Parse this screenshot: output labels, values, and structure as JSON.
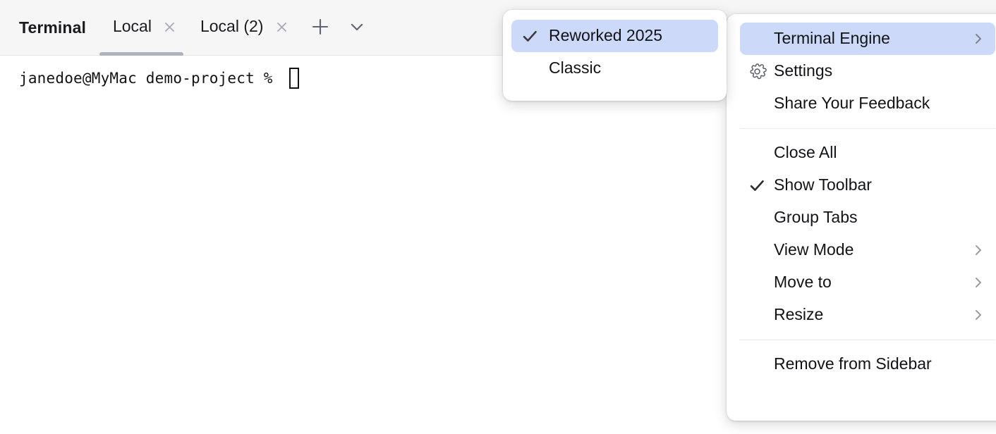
{
  "colors": {
    "toolbar_bg": "#f6f6f7",
    "terminal_bg": "#ffffff",
    "menu_bg": "#ffffff",
    "menu_highlight": "#ccd9f9",
    "text": "#121317",
    "tab_indicator": "#aeb3be",
    "icon_muted": "#a8acb8",
    "icon_dark": "#5f6470"
  },
  "toolbar": {
    "title": "Terminal",
    "tabs": [
      {
        "label": "Local",
        "active": true,
        "close_icon": "close-icon"
      },
      {
        "label": "Local (2)",
        "active": false,
        "close_icon": "close-icon"
      }
    ],
    "new_tab_icon": "plus-icon",
    "tab_options_icon": "chevron-down-icon"
  },
  "terminal": {
    "prompt": "janedoe@MyMac demo-project % ",
    "cursor": "block-cursor"
  },
  "context_menu": {
    "items": [
      {
        "label": "Terminal Engine",
        "highlighted": true,
        "submenu": true,
        "arrow_icon": "chevron-right-icon"
      },
      {
        "label": "Settings",
        "icon": "gear-icon"
      },
      {
        "label": "Share Your Feedback"
      },
      {
        "separator": true
      },
      {
        "label": "Close All"
      },
      {
        "label": "Show Toolbar",
        "checked": true,
        "icon": "check-icon"
      },
      {
        "label": "Group Tabs"
      },
      {
        "label": "View Mode",
        "submenu": true,
        "arrow_icon": "chevron-right-icon"
      },
      {
        "label": "Move to",
        "submenu": true,
        "arrow_icon": "chevron-right-icon"
      },
      {
        "label": "Resize",
        "submenu": true,
        "arrow_icon": "chevron-right-icon"
      },
      {
        "separator": true
      },
      {
        "label": "Remove from Sidebar"
      }
    ]
  },
  "engine_submenu": {
    "items": [
      {
        "label": "Reworked 2025",
        "checked": true,
        "highlighted": true,
        "icon": "check-icon"
      },
      {
        "label": "Classic",
        "checked": false
      }
    ]
  }
}
